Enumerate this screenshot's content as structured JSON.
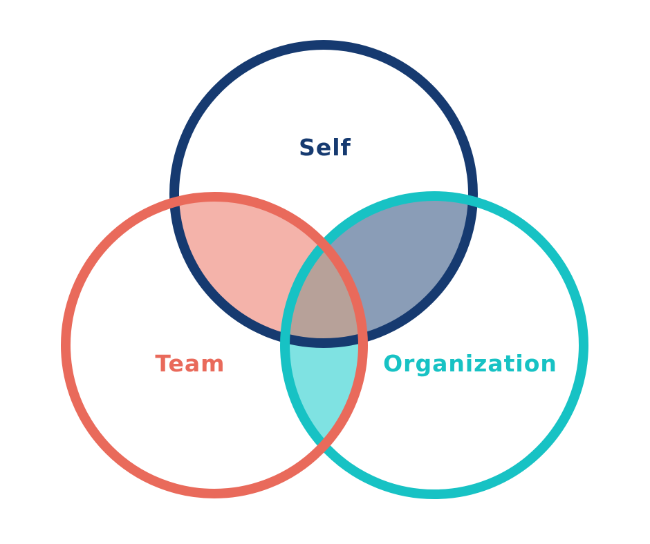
{
  "diagram": {
    "type": "venn",
    "sets": [
      {
        "id": "self",
        "label": "Self",
        "color": "#163A70"
      },
      {
        "id": "team",
        "label": "Team",
        "color": "#E96A5B"
      },
      {
        "id": "organization",
        "label": "Organization",
        "color": "#17C2C4"
      }
    ],
    "overlaps": [
      {
        "sets": [
          "self",
          "team"
        ],
        "fill": "#F4B3AA"
      },
      {
        "sets": [
          "self",
          "organization"
        ],
        "fill": "#8A9DB7"
      },
      {
        "sets": [
          "team",
          "organization"
        ],
        "fill": "#7FE2E2"
      },
      {
        "sets": [
          "self",
          "team",
          "organization"
        ],
        "fill": "#B7A199"
      }
    ],
    "background": "#FFFFFF"
  }
}
